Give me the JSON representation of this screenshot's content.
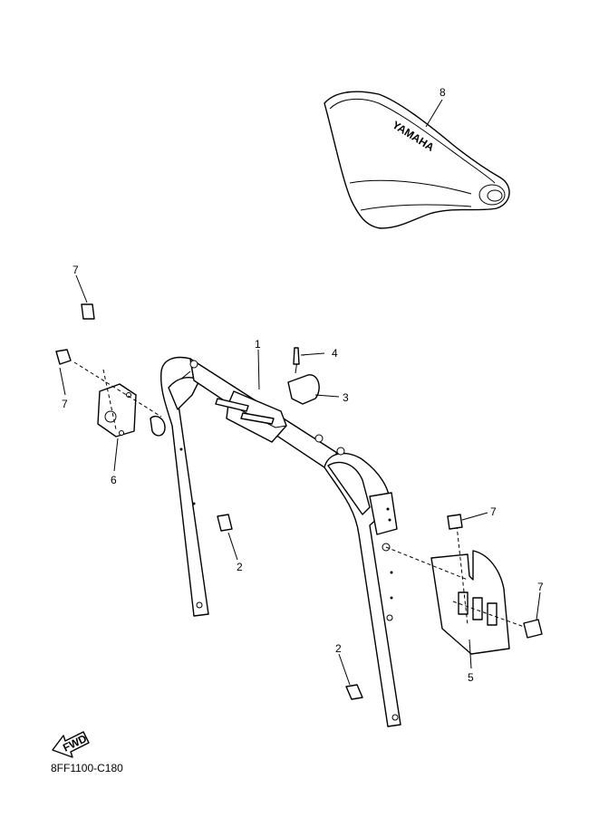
{
  "callouts": [
    {
      "id": "c8",
      "text": "8"
    },
    {
      "id": "c7a",
      "text": "7"
    },
    {
      "id": "c7b",
      "text": "7"
    },
    {
      "id": "c6",
      "text": "6"
    },
    {
      "id": "c1",
      "text": "1"
    },
    {
      "id": "c4",
      "text": "4"
    },
    {
      "id": "c3",
      "text": "3"
    },
    {
      "id": "c2a",
      "text": "2"
    },
    {
      "id": "c2b",
      "text": "2"
    },
    {
      "id": "c7c",
      "text": "7"
    },
    {
      "id": "c7d",
      "text": "7"
    },
    {
      "id": "c5",
      "text": "5"
    }
  ],
  "fwd_arrow_text": "FWD",
  "pad_brand_text": "YAMAHA",
  "drawing_code": "8FF1100-C180"
}
